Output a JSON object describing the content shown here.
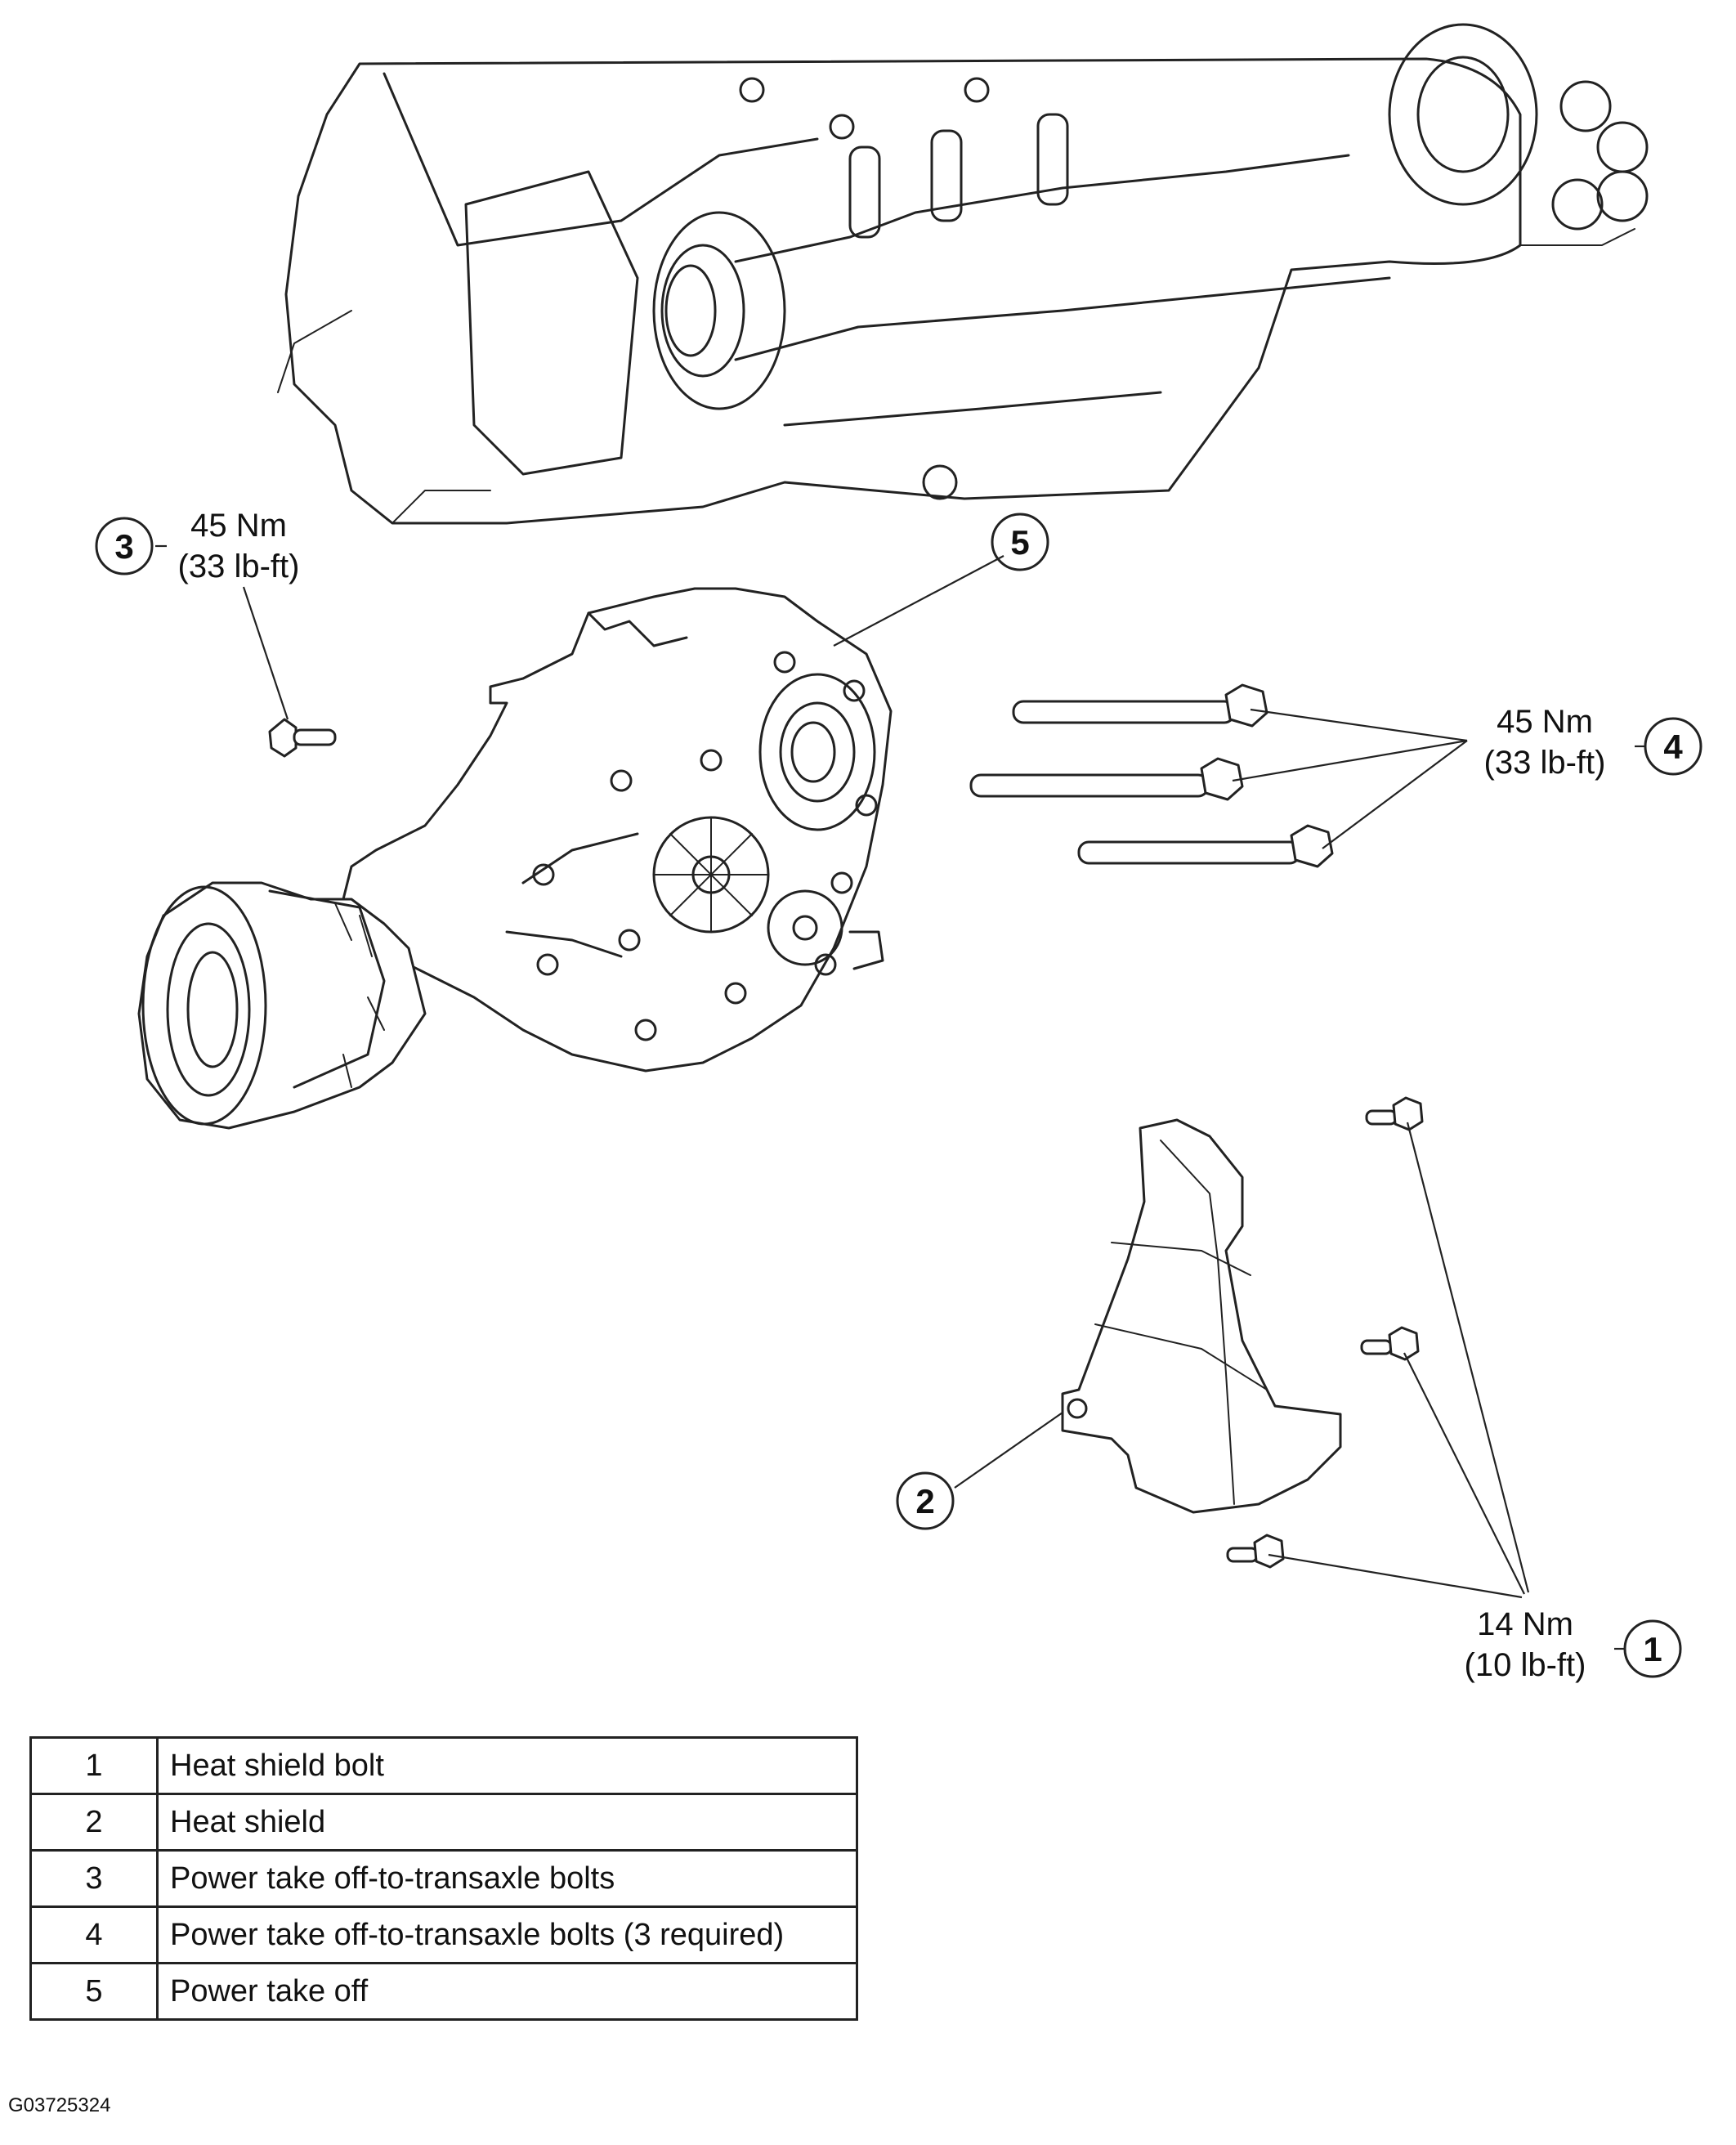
{
  "callouts": {
    "c1": {
      "number": "1",
      "torque_nm": "14 Nm",
      "torque_lbft": "(10 lb-ft)"
    },
    "c2": {
      "number": "2"
    },
    "c3": {
      "number": "3",
      "torque_nm": "45 Nm",
      "torque_lbft": "(33 lb-ft)"
    },
    "c4": {
      "number": "4",
      "torque_nm": "45 Nm",
      "torque_lbft": "(33 lb-ft)"
    },
    "c5": {
      "number": "5"
    }
  },
  "legend": [
    {
      "num": "1",
      "desc": "Heat shield bolt"
    },
    {
      "num": "2",
      "desc": "Heat shield"
    },
    {
      "num": "3",
      "desc": "Power take off-to-transaxle bolts"
    },
    {
      "num": "4",
      "desc": "Power take off-to-transaxle bolts (3 required)"
    },
    {
      "num": "5",
      "desc": "Power take off"
    }
  ],
  "figure_id": "G03725324"
}
